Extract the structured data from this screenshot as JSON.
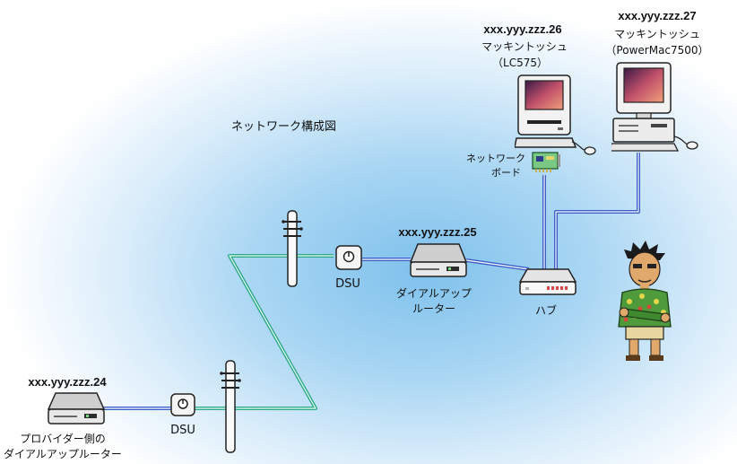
{
  "title": "ネットワーク構成図",
  "nodes": {
    "provider_router": {
      "address": "xxx.yyy.zzz.24",
      "label_line1": "プロバイダー側の",
      "label_line2": "ダイアルアップルーター"
    },
    "dsu_left": {
      "label": "DSU"
    },
    "dsu_right": {
      "label": "DSU"
    },
    "dialup_router": {
      "address": "xxx.yyy.zzz.25",
      "label_line1": "ダイアルアップ",
      "label_line2": "ルーター"
    },
    "hub": {
      "label": "ハブ"
    },
    "network_board": {
      "label_line1": "ネットワーク",
      "label_line2": "ボード"
    },
    "mac_lc575": {
      "address": "xxx.yyy.zzz.26",
      "label_line1": "マッキントッシュ",
      "label_line2": "（LC575）"
    },
    "mac_pm7500": {
      "address": "xxx.yyy.zzz.27",
      "label_line1": "マッキントッシュ",
      "label_line2": "（PowerMac7500）"
    }
  },
  "colors": {
    "lan_wire": "#3a5fc8",
    "wan_wire": "#2fa889",
    "background": "#8cc7ee"
  }
}
